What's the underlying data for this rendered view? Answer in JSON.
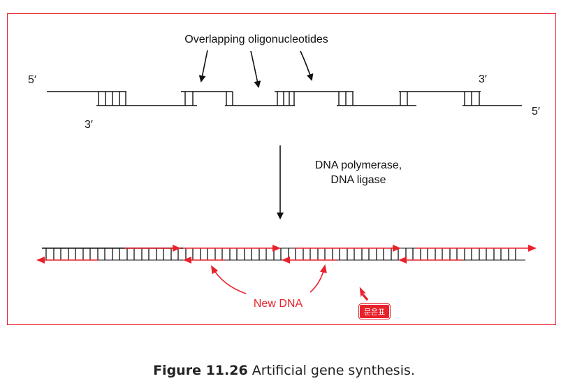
{
  "labels": {
    "overlap": "Overlapping oligonucleotides",
    "enzymes_line1": "DNA polymerase,",
    "enzymes_line2": "DNA ligase",
    "new_dna": "New DNA",
    "top_left_5": "5′",
    "top_left_3": "3′",
    "top_right_3": "3′",
    "top_right_5": "5′"
  },
  "badge": {
    "text": "문은표"
  },
  "caption": {
    "bold": "Figure 11.26",
    "text": "Artificial gene synthesis."
  },
  "colors": {
    "accent": "#e8212b",
    "line": "#111111"
  }
}
